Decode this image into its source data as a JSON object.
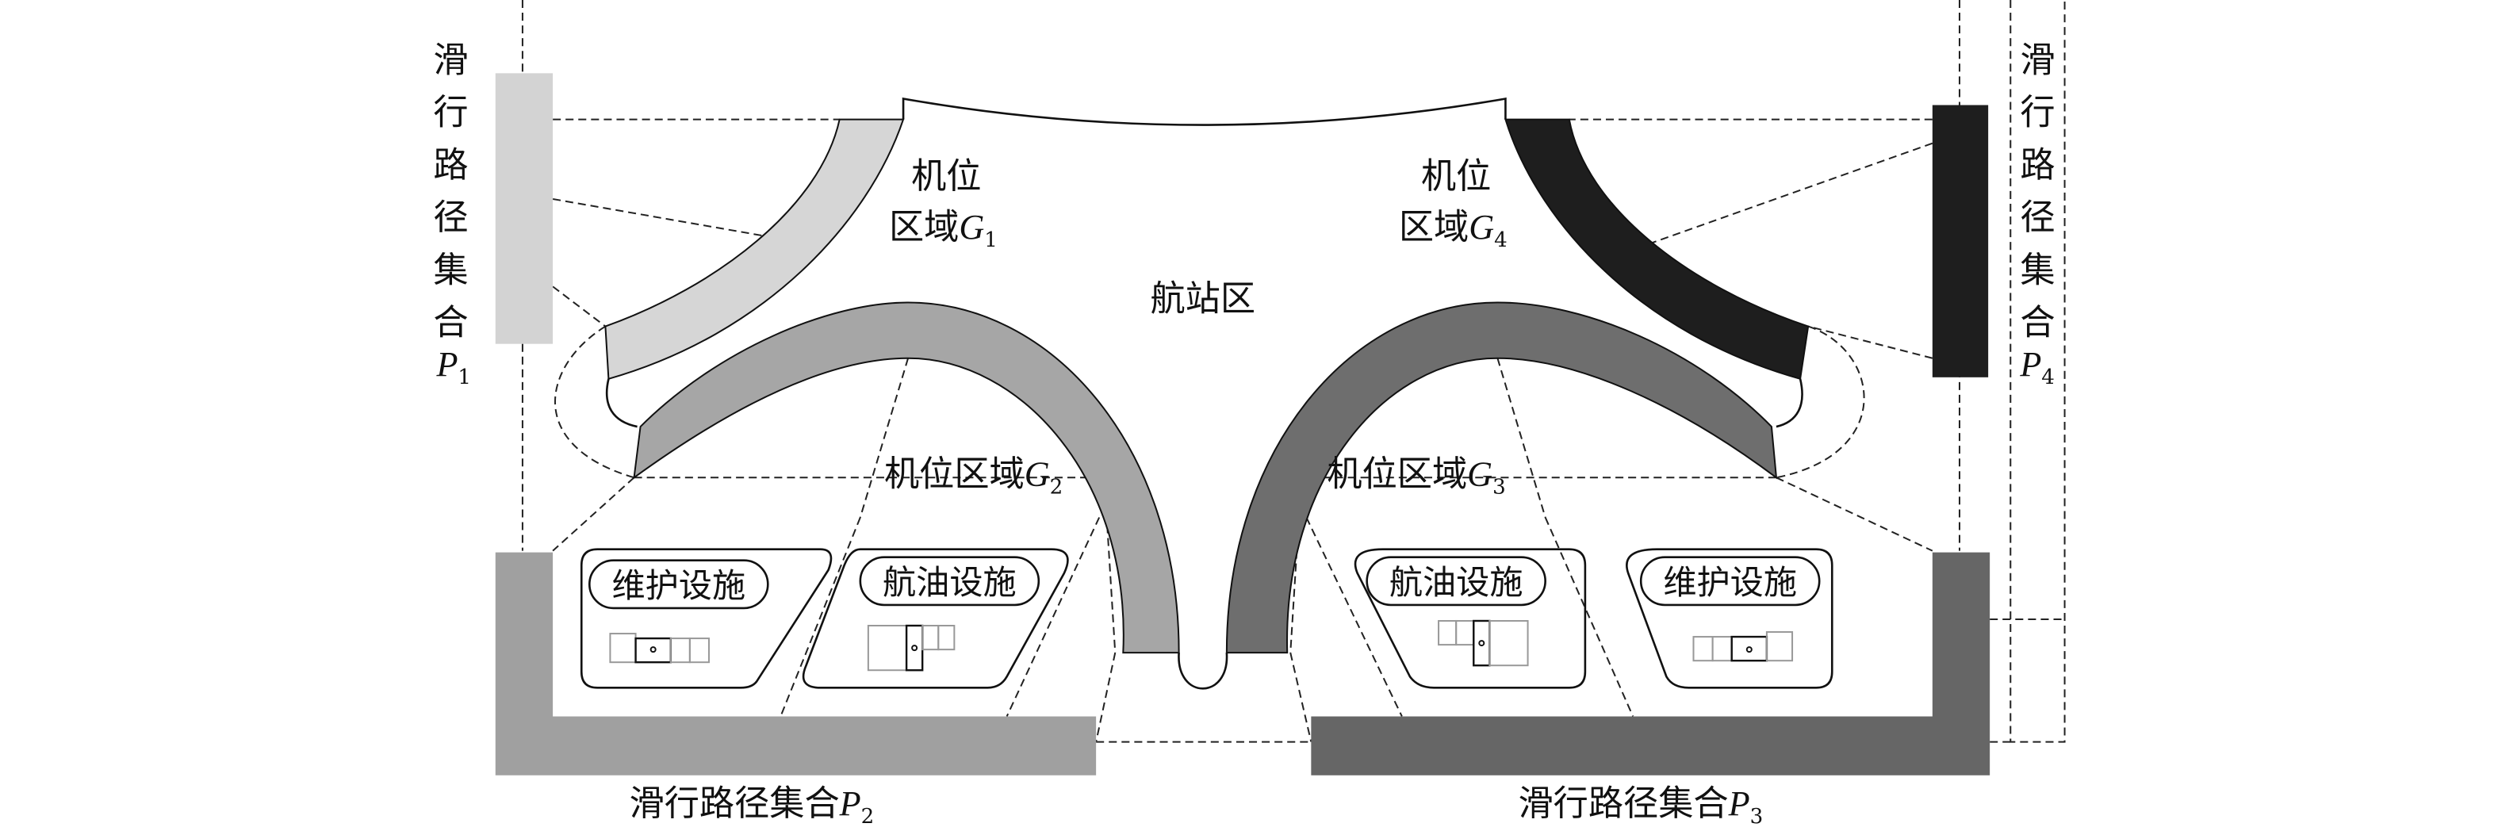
{
  "terminal": {
    "label": "航站区"
  },
  "stand_areas": [
    {
      "prefix": "机位",
      "prefix2": "区域",
      "symbol": "G",
      "sub": "1",
      "color": "#d6d6d6"
    },
    {
      "prefix": "机位区域",
      "symbol": "G",
      "sub": "2",
      "color": "#a6a6a6"
    },
    {
      "prefix": "机位区域",
      "symbol": "G",
      "sub": "3",
      "color": "#6e6e6e"
    },
    {
      "prefix": "机位",
      "prefix2": "区域",
      "symbol": "G",
      "sub": "4",
      "color": "#1e1e1e"
    }
  ],
  "taxi_paths": [
    {
      "chars": [
        "滑",
        "行",
        "路",
        "径",
        "集",
        "合"
      ],
      "label": "滑行路径集合",
      "symbol": "P",
      "sub": "1",
      "color": "#d3d3d3"
    },
    {
      "label": "滑行路径集合",
      "symbol": "P",
      "sub": "2",
      "color": "#a0a0a0"
    },
    {
      "label": "滑行路径集合",
      "symbol": "P",
      "sub": "3",
      "color": "#666666"
    },
    {
      "chars": [
        "滑",
        "行",
        "路",
        "径",
        "集",
        "合"
      ],
      "label": "滑行路径集合",
      "symbol": "P",
      "sub": "4",
      "color": "#1e1e1e"
    }
  ],
  "facilities": [
    {
      "label": "维护设施"
    },
    {
      "label": "航油设施"
    },
    {
      "label": "航油设施"
    },
    {
      "label": "维护设施"
    }
  ]
}
